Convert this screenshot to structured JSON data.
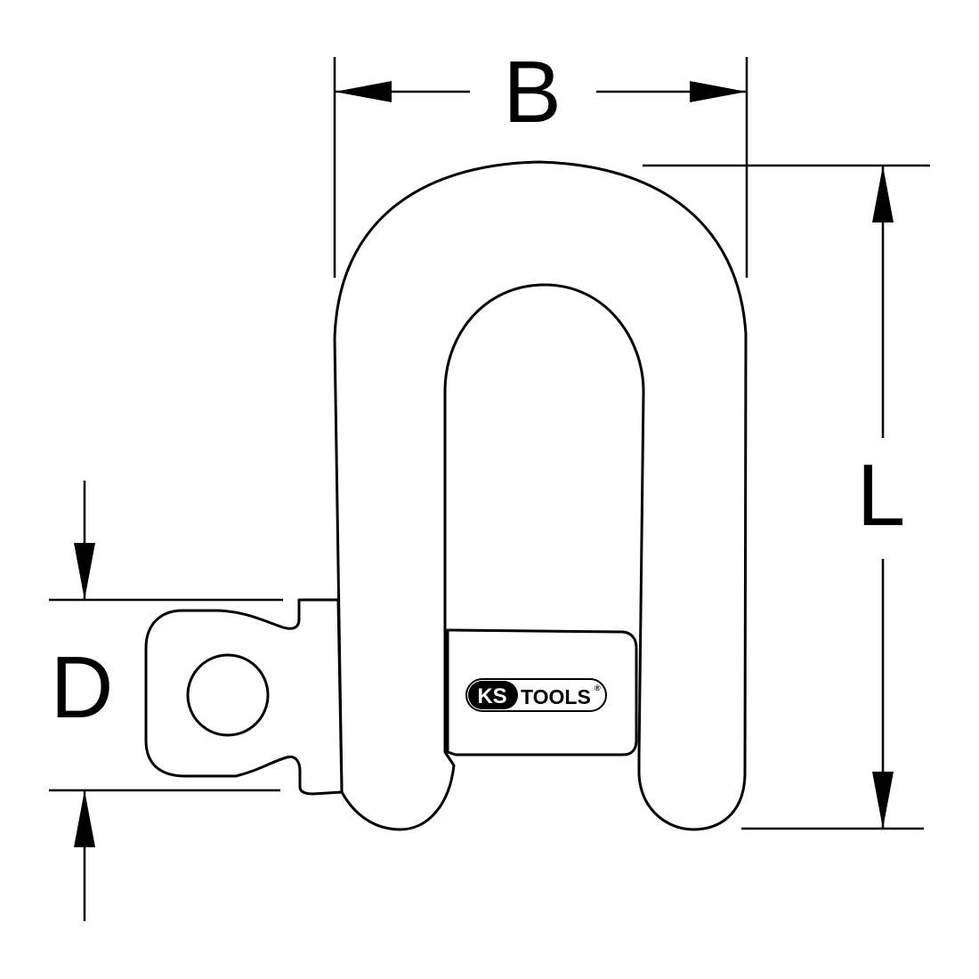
{
  "dimensions": {
    "width_label": "B",
    "length_label": "L",
    "diameter_label": "D"
  },
  "logo": {
    "brand_left": "KS",
    "brand_right": "TOOLS",
    "registered_mark": "®"
  },
  "colors": {
    "line": "#000000",
    "background": "#ffffff"
  }
}
